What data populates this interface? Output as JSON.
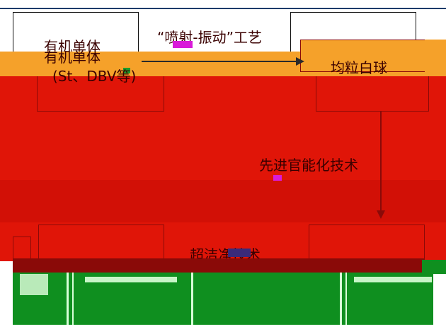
{
  "nodes": {
    "monomer": {
      "title": "有机单体",
      "subtitle": "(St、DBV等)"
    },
    "spray_process": {
      "label": "“喷射-振动”工艺"
    },
    "uniform_beads": {
      "label": "均粒白球"
    },
    "advanced_tech": {
      "label": "先进官能化技术"
    },
    "ultra_clean": {
      "label": "超洁净技术"
    }
  },
  "colors": {
    "red_band": "#e01508",
    "dark_red": "#b50c05",
    "orange_band": "#f5a12a",
    "green_band": "#0f8f1f",
    "maroon": "#8a0a08"
  }
}
